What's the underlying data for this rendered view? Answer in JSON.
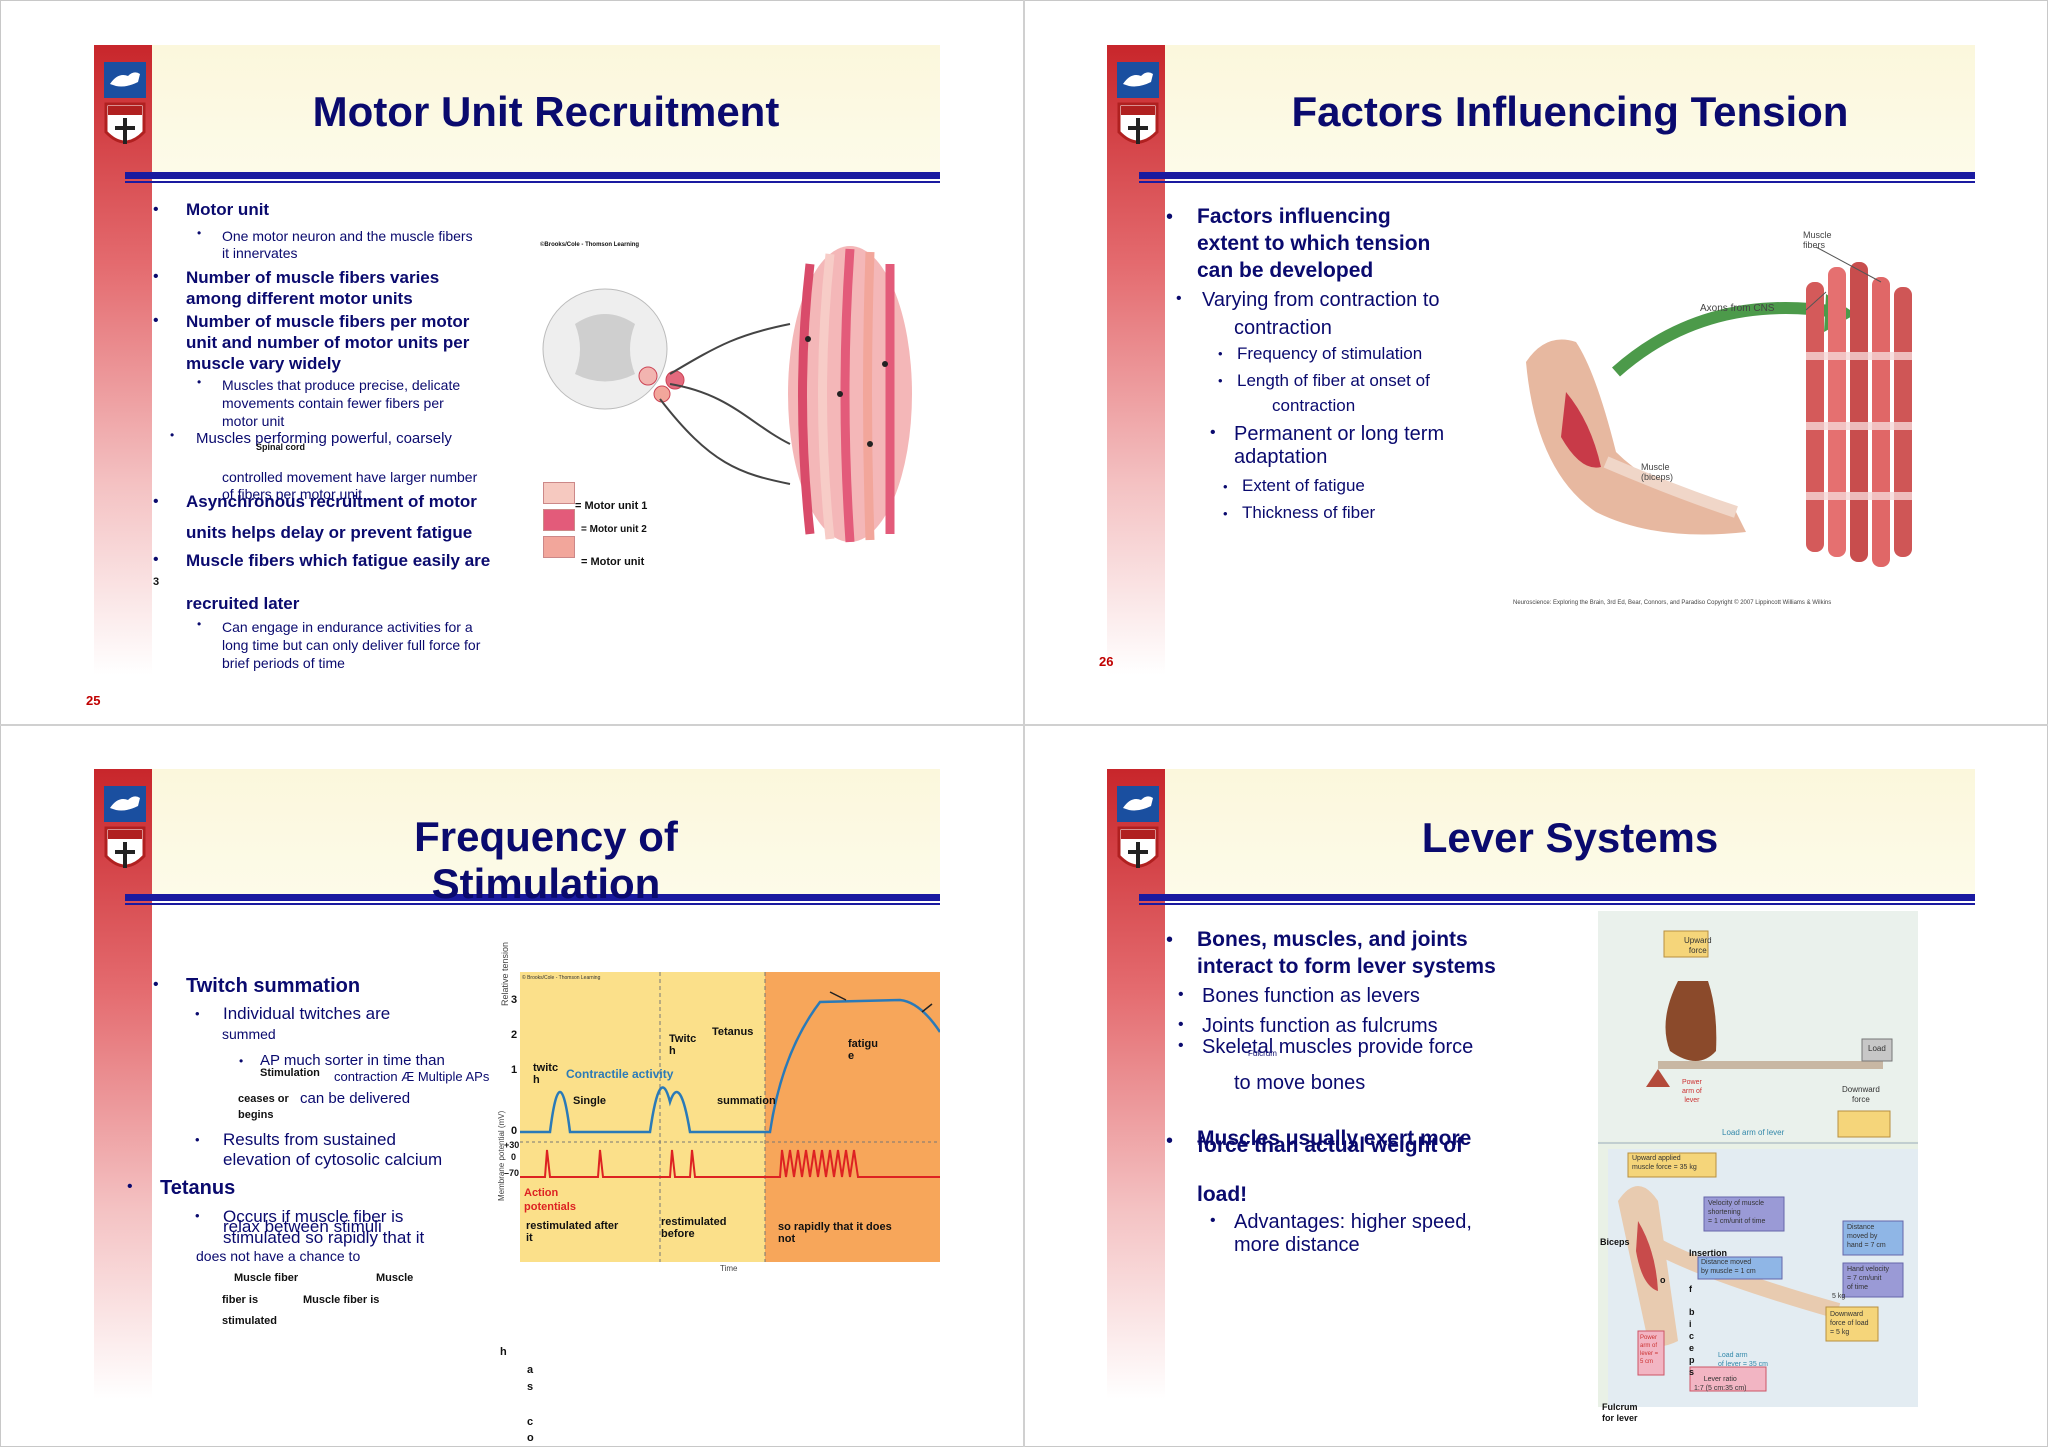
{
  "slide25": {
    "title": "Motor Unit Recruitment",
    "page": "25",
    "b1": "Motor unit",
    "b1a_1": "One motor neuron and the muscle fibers",
    "b1a_2": "it innervates",
    "b2_1": "Number of muscle fibers varies",
    "b2_2": "among different motor units",
    "b3_1": "Number of muscle fibers per motor",
    "b3_2": "unit and number of motor units per",
    "b3_3": "muscle vary widely",
    "b3a_1": "Muscles that produce precise, delicate",
    "b3a_2": "movements contain fewer fibers per",
    "b3a_3": "motor unit",
    "b3b_1": "Muscles performing powerful, coarsely",
    "spinal": "Spinal cord",
    "b3b_2": "controlled movement have larger number",
    "b3b_3": "of fibers per motor unit",
    "b4_1": "Asynchronous recruitment of motor",
    "b4_2": "units helps delay or prevent fatigue",
    "b5_1": "Muscle fibers which fatigue easily are",
    "three": "3",
    "b5_2": "recruited later",
    "b5a_1": "Can engage in endurance activities for a",
    "b5a_2": "long time but can only deliver full force for",
    "b5a_3": "brief periods of time",
    "credit": "©Brooks/Cole - Thomson Learning",
    "legend1": "= Motor unit 1",
    "legend2": "= Motor unit 2",
    "legend3": "= Motor unit",
    "legend1_color": "#f6c9c0",
    "legend2_color": "#e35b7a",
    "legend3_color": "#f2a69b"
  },
  "slide26": {
    "title": "Factors Influencing Tension",
    "page": "26",
    "b1_1": "Factors influencing",
    "b1_2": "extent to which tension",
    "b1_3": "can be developed",
    "b2_1": "Varying from contraction to",
    "b2_2": "contraction",
    "b2a": "Frequency of stimulation",
    "b2b_1": "Length of fiber at onset of",
    "b2b_2": "contraction",
    "b3_1": "Permanent or long term",
    "b3_2": "adaptation",
    "b3a": "Extent of fatigue",
    "b3b": "Thickness of fiber",
    "fig_muscle_fibers": "Muscle fibers",
    "fig_axons": "Axons from CNS",
    "fig_muscle": "Muscle (biceps)",
    "fig_credit": "Neuroscience: Exploring the Brain, 3rd Ed, Bear, Connors, and Paradiso Copyright © 2007 Lippincott Williams & Wilkins"
  },
  "slide27": {
    "title_1": "Frequency of",
    "title_2": "Stimulation",
    "b1": "Twitch summation",
    "b1a_1": "Individual twitches are",
    "b1a_2": "summed",
    "b1b": "AP much sorter in time than",
    "stim": "Stimulation",
    "contr": "contraction Æ Multiple APs",
    "ceases": "ceases or",
    "canbe": "can be delivered",
    "begins": "begins",
    "b1c_1": "Results from sustained",
    "b1c_2": "elevation of cytosolic calcium",
    "tetanus": "Tetanus",
    "occurs": "Occurs if muscle fiber is",
    "relax": "relax between stimuli",
    "stimulated": "stimulated so rapidly that it",
    "doesnot": "does not have a chance to",
    "mf1": "Muscle fiber",
    "mf2": "Muscle",
    "fiberis": "fiber is",
    "mf3": "Muscle fiber is",
    "stimd": "stimulated",
    "h": "h",
    "vert": [
      "a",
      "s",
      "",
      "c",
      "o"
    ],
    "credit": "© Brooks/Cole - Thomson Learning",
    "ylab_top": "Relative tension",
    "ylab_bot": "Membrane potential (mV)",
    "twitch": "twitc\nh",
    "twitch2": "Twitc\nh",
    "tet": "Tetanus",
    "fatigue": "fatigu\ne",
    "contractile": "Contractile activity",
    "single": "Single",
    "summation": "summation",
    "action": "Action\npotentials",
    "rest1": "restimulated after\nit",
    "rest2": "restimulated\nbefore",
    "rest3": "so rapidly that it does\nnot",
    "time": "Time",
    "ytick3": "3",
    "ytick2": "2",
    "ytick1": "1",
    "ytick0": "0",
    "mv30": "+30",
    "mv0": "0",
    "mv70": "–70"
  },
  "slide28": {
    "title": "Lever Systems",
    "b1_1": "Bones, muscles, and joints",
    "b1_2": "interact to form lever systems",
    "b2": "Bones function as levers",
    "b3": "Joints function as fulcrums",
    "b4": "Skeletal muscles provide force",
    "fulcrum_small": "Fulcrum",
    "b4_2": "to move bones",
    "b5_1": "Muscles usually exert more",
    "b5_2": "force than actual weight of",
    "b5_3": "load!",
    "b6_1": "Advantages: higher speed,",
    "b6_2": "more distance",
    "upward": "Upward\nforce",
    "load": "Load",
    "power_arm": "Power\narm of\nlever",
    "downward": "Downward\nforce",
    "load_arm": "Load arm of lever",
    "upward_applied": "Upward applied\nmuscle force = 35 kg",
    "velocity": "Velocity of muscle\nshortening\n= 1 cm/unit of time",
    "distance": "Distance\nmoved by\nhand = 7 cm",
    "hand_velocity": "Hand velocity\n= 7 cm/unit\nof time",
    "dist_muscle": "Distance moved\nby muscle = 1 cm",
    "biceps": "Biceps",
    "insertion": "Insertion",
    "o": "o",
    "fbiceps": [
      "f",
      "b",
      "i",
      "c",
      "e",
      "p",
      "s"
    ],
    "kg": "5 kg",
    "downward_load": "Downward\nforce of load\n= 5 kg",
    "power_arm2": "Power\narm of\nlever =\n5 cm",
    "load_arm2": "Load arm\nof lever = 35 cm",
    "lever_ratio": "Lever ratio\n1:7 (5 cm:35 cm)",
    "fulcrum": "Fulcrum\nfor lever"
  }
}
